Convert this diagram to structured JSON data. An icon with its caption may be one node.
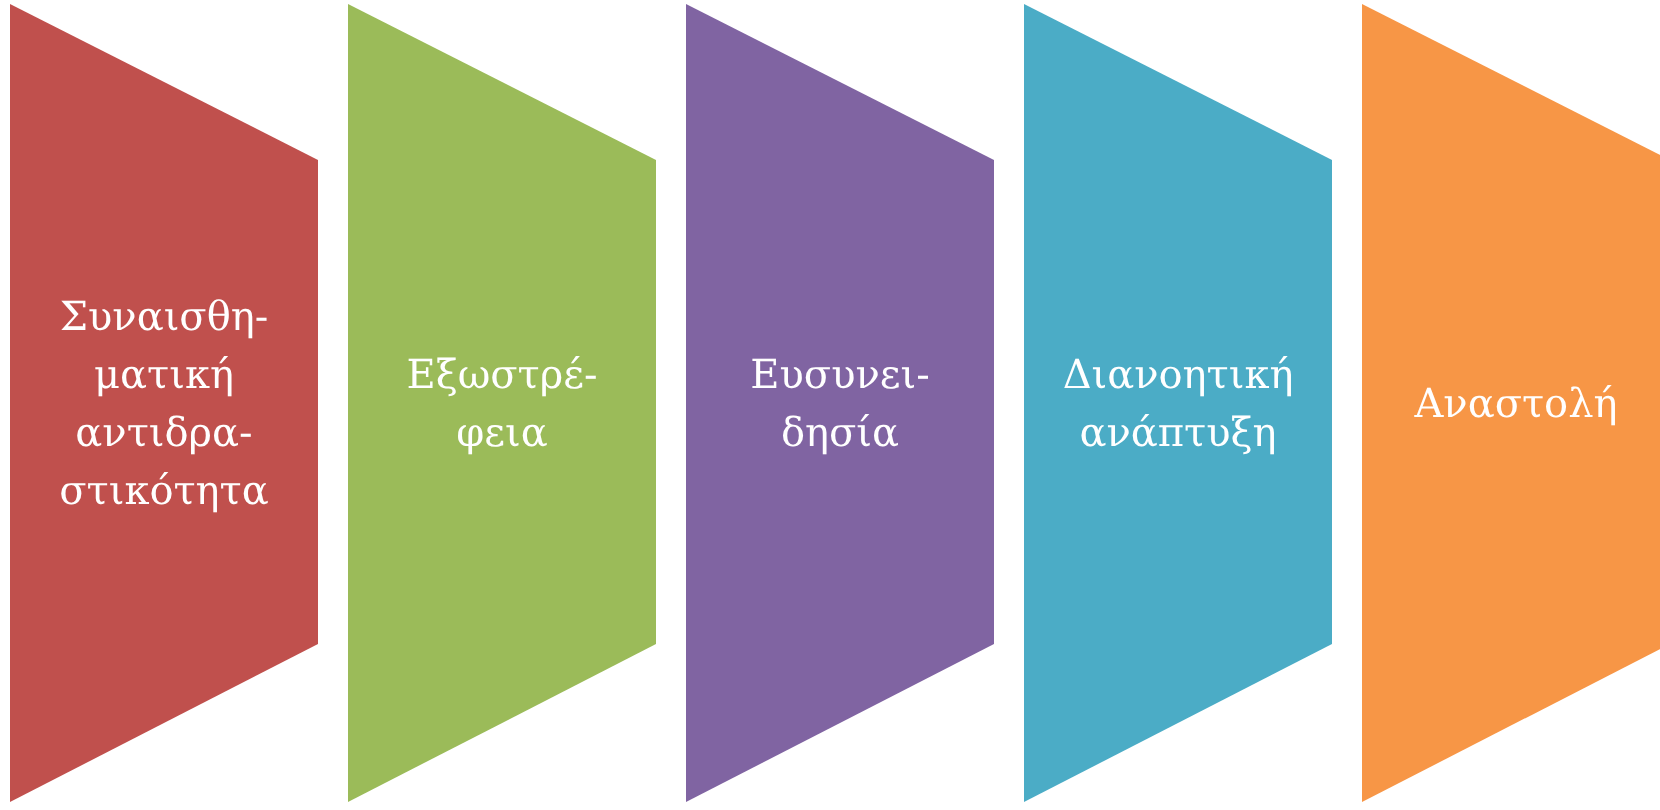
{
  "diagram": {
    "nodes": [
      {
        "text": [
          "Συναισθη- ματική αντιδρα- στικότητα"
        ]
      },
      {
        "text": [
          "Εξωστρέ- φεια"
        ]
      },
      {
        "text": [
          "Ευσυνει- δησία"
        ]
      },
      {
        "text": [
          "Διανοητική ανάπτυξη"
        ]
      },
      {
        "text": [
          "Αναστολή"
        ]
      }
    ]
  }
}
